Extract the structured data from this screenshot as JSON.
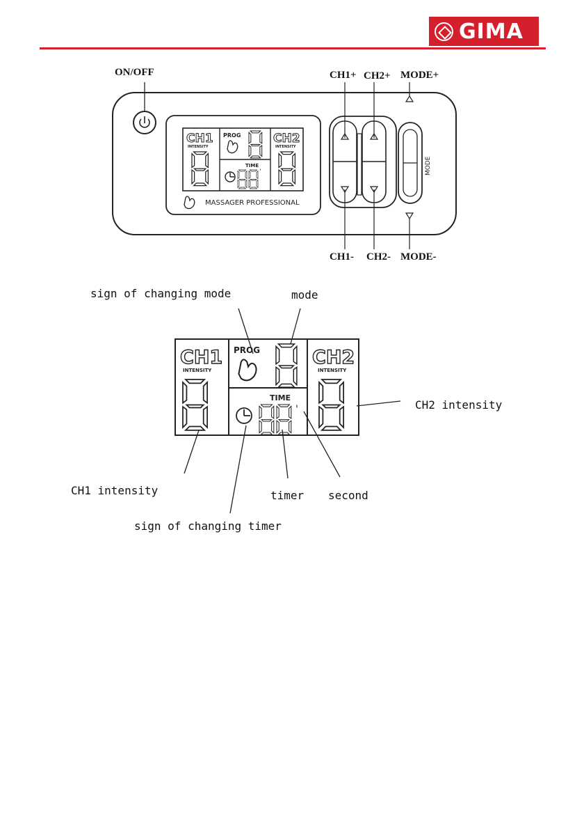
{
  "header": {
    "logo_text": "GIMA"
  },
  "device": {
    "callouts": {
      "on_off": "ON/OFF",
      "ch1_plus": "CH1+",
      "ch2_plus": "CH2+",
      "mode_plus": "MODE+",
      "ch1_minus": "CH1-",
      "ch2_minus": "CH2-",
      "mode_minus": "MODE-"
    },
    "lcd": {
      "ch1": "CH1",
      "ch2": "CH2",
      "intensity": "INTENSITY",
      "prog": "PROG",
      "time": "TIME",
      "brand": "MASSAGER PROFESSIONAL"
    },
    "mode_text": "MODE"
  },
  "display_diagram": {
    "lcd": {
      "ch1": "CH1",
      "ch2": "CH2",
      "intensity": "INTENSITY",
      "prog": "PROG",
      "time": "TIME"
    },
    "labels": {
      "sign_mode": "sign of changing mode",
      "mode": "mode",
      "ch2_intensity": "CH2 intensity",
      "ch1_intensity": "CH1 intensity",
      "timer": "timer",
      "second": "second",
      "sign_timer": "sign of changing timer"
    }
  }
}
